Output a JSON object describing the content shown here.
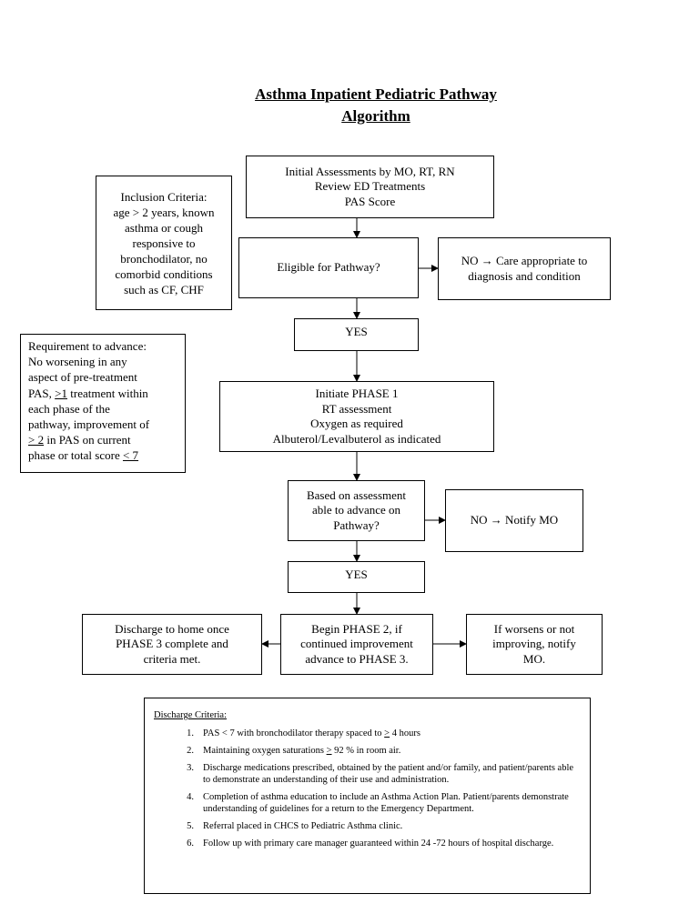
{
  "title": {
    "line1": "Asthma Inpatient Pediatric Pathway",
    "line2": "Algorithm"
  },
  "nodes": {
    "initial": [
      "Initial Assessments by MO, RT, RN",
      "Review ED Treatments",
      "PAS Score"
    ],
    "inclusion": [
      "Inclusion Criteria:",
      "age > 2 years, known",
      "asthma or cough",
      "responsive to",
      "bronchodilator, no",
      "comorbid conditions",
      "such as CF, CHF"
    ],
    "eligible": "Eligible for Pathway?",
    "no_care": [
      "NO → Care appropriate to",
      "diagnosis and condition"
    ],
    "yes1": "YES",
    "requirement": {
      "l1": "Requirement to advance:",
      "l2": "No worsening in any",
      "l3": "aspect of pre-treatment",
      "l4_pre": "PAS, ",
      "l4_sym": ">1",
      "l4_post": " treatment within",
      "l5": "each phase of the",
      "l6": "pathway, improvement of",
      "l7_sym": "> 2",
      "l7_post": " in PAS on current",
      "l8_pre": "phase or total score ",
      "l8_sym": "< 7"
    },
    "phase1": [
      "Initiate PHASE 1",
      "RT assessment",
      "Oxygen as required",
      "Albuterol/Levalbuterol as indicated"
    ],
    "advance": [
      "Based on assessment",
      "able to advance on",
      "Pathway?"
    ],
    "no_notify": "NO → Notify MO",
    "yes2": "YES",
    "discharge_home": [
      "Discharge to home once",
      "PHASE 3 complete and",
      "criteria met."
    ],
    "phase2": [
      "Begin PHASE 2, if",
      "continued improvement",
      "advance to PHASE 3."
    ],
    "worsens": [
      "If worsens or not",
      "improving, notify",
      "MO."
    ]
  },
  "discharge_criteria": {
    "heading": "Discharge Criteria:",
    "items": [
      {
        "num": "1.",
        "pre": "PAS < 7 with bronchodilator therapy spaced to ",
        "sym": ">",
        "post": " 4 hours"
      },
      {
        "num": "2.",
        "pre": "Maintaining oxygen saturations ",
        "sym": ">",
        "post": " 92 % in room air."
      },
      {
        "num": "3.",
        "pre": "Discharge medications prescribed, obtained by the patient and/or family, and patient/parents able to demonstrate an understanding of their use and administration.",
        "sym": "",
        "post": ""
      },
      {
        "num": "4.",
        "pre": "Completion of asthma education to include an Asthma Action Plan. Patient/parents demonstrate understanding of guidelines for a return to the Emergency Department.",
        "sym": "",
        "post": ""
      },
      {
        "num": "5.",
        "pre": "Referral placed in CHCS to Pediatric Asthma clinic.",
        "sym": "",
        "post": ""
      },
      {
        "num": "6.",
        "pre": "Follow up with primary care manager guaranteed within 24 -72 hours of hospital discharge.",
        "sym": "",
        "post": ""
      }
    ]
  }
}
